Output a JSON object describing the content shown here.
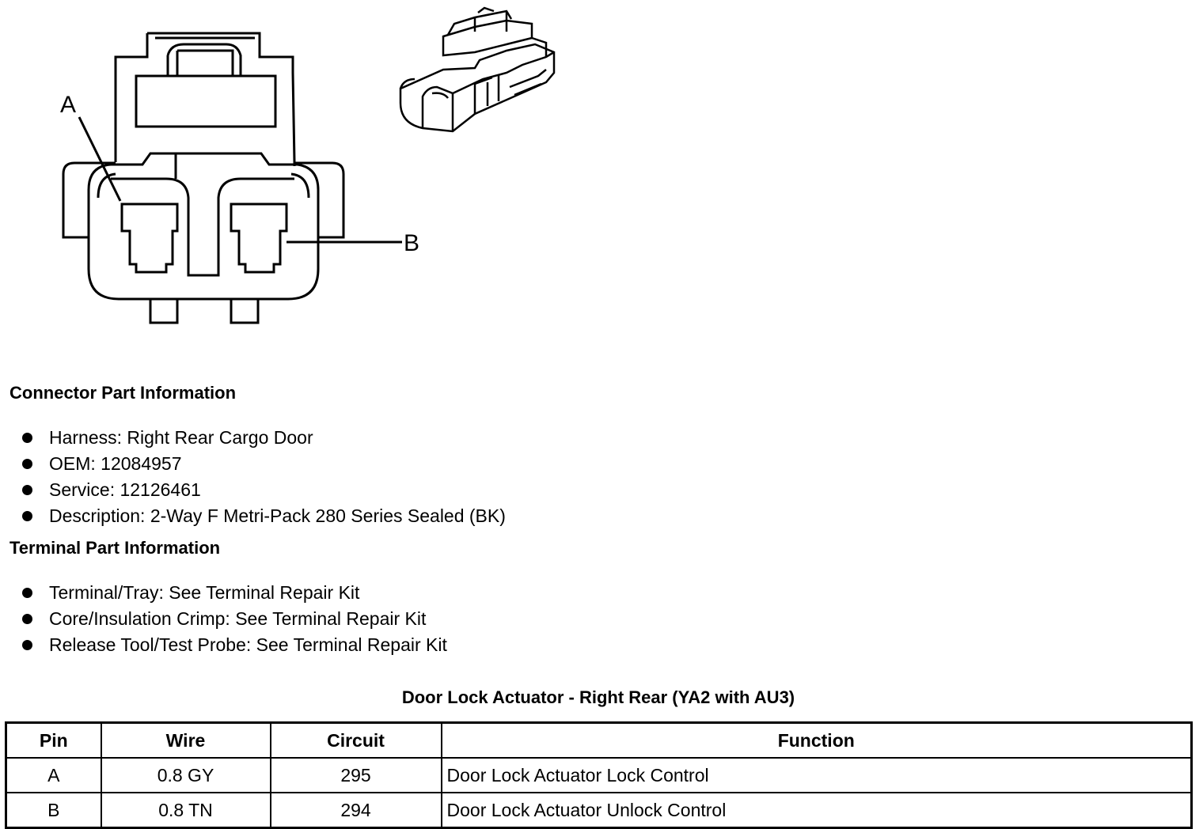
{
  "diagram": {
    "callouts": [
      "A",
      "B"
    ]
  },
  "connector_info": {
    "heading": "Connector Part Information",
    "items": [
      "Harness: Right Rear Cargo Door",
      "OEM: 12084957",
      "Service: 12126461",
      "Description: 2-Way F Metri-Pack 280 Series Sealed (BK)"
    ]
  },
  "terminal_info": {
    "heading": "Terminal Part Information",
    "items": [
      "Terminal/Tray: See Terminal Repair Kit",
      "Core/Insulation Crimp: See Terminal Repair Kit",
      "Release Tool/Test Probe: See Terminal Repair Kit"
    ]
  },
  "pin_table": {
    "title": "Door Lock Actuator - Right Rear (YA2 with AU3)",
    "headers": [
      "Pin",
      "Wire",
      "Circuit",
      "Function"
    ],
    "rows": [
      [
        "A",
        "0.8 GY",
        "295",
        "Door Lock Actuator Lock Control"
      ],
      [
        "B",
        "0.8 TN",
        "294",
        "Door Lock Actuator Unlock Control"
      ]
    ]
  }
}
